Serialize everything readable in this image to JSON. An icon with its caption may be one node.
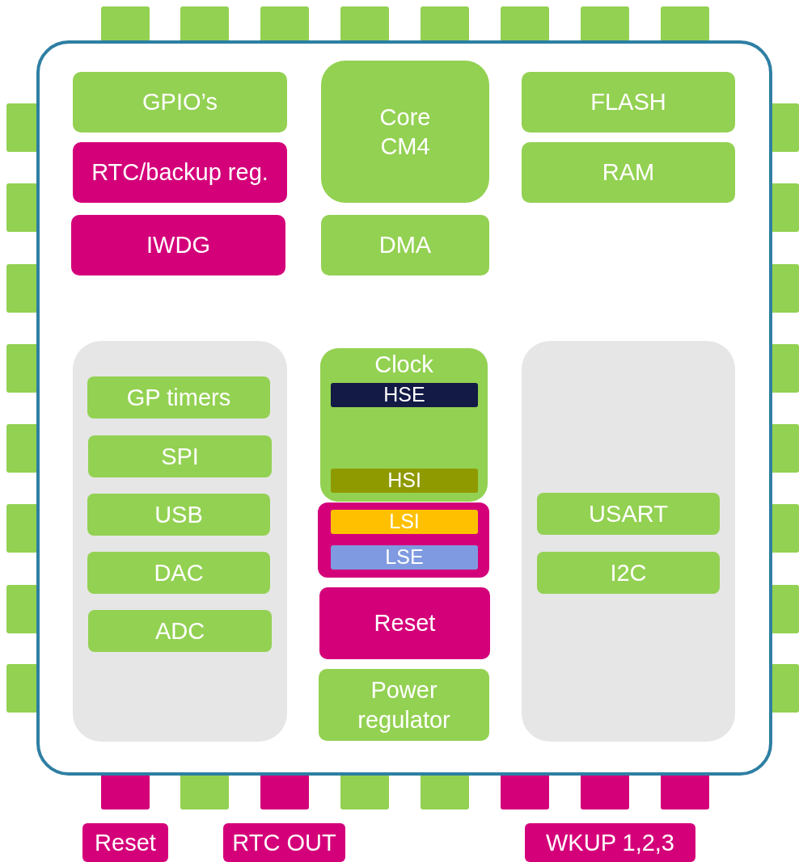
{
  "diagram": {
    "nodes": [
      {
        "text": [],
        "shape": "box"
      },
      {
        "text": [
          "GPIO’s"
        ],
        "in": 0
      },
      {
        "text": [
          "Core CM4"
        ],
        "in": 0
      },
      {
        "text": [
          "FLASH"
        ],
        "in": 0
      },
      {
        "text": [
          "RTC/backup reg."
        ],
        "in": 0
      },
      {
        "text": [
          "RAM"
        ],
        "in": 0
      },
      {
        "text": [
          "IWDG"
        ],
        "in": 0
      },
      {
        "text": [
          "DMA"
        ],
        "in": 0
      },
      {
        "text": [],
        "shape": "box",
        "in": 0
      },
      {
        "text": [
          "GP timers"
        ],
        "in": 8
      },
      {
        "text": [
          "SPI"
        ],
        "in": 8
      },
      {
        "text": [
          "USB"
        ],
        "in": 8
      },
      {
        "text": [
          "DAC"
        ],
        "in": 8
      },
      {
        "text": [
          "ADC"
        ],
        "in": 8
      },
      {
        "text": [
          "Clock"
        ],
        "in": 0
      },
      {
        "text": [
          "HSE"
        ],
        "in": 14
      },
      {
        "text": [
          "HSI"
        ],
        "in": 14
      },
      {
        "text": [],
        "shape": "box",
        "in": 0
      },
      {
        "text": [
          "LSI"
        ],
        "in": 17
      },
      {
        "text": [
          "LSE"
        ],
        "in": 17
      },
      {
        "text": [
          "Reset"
        ],
        "in": 0
      },
      {
        "text": [
          "Power regulator"
        ],
        "in": 0
      },
      {
        "text": [],
        "shape": "box",
        "in": 0
      },
      {
        "text": [
          "USART"
        ],
        "in": 22
      },
      {
        "text": [
          "I2C"
        ],
        "in": 22
      },
      {
        "text": [
          "Reset"
        ]
      },
      {
        "text": [
          "RTC OUT"
        ]
      },
      {
        "text": [
          "WKUP 1,2,3"
        ]
      }
    ],
    "edges": []
  }
}
